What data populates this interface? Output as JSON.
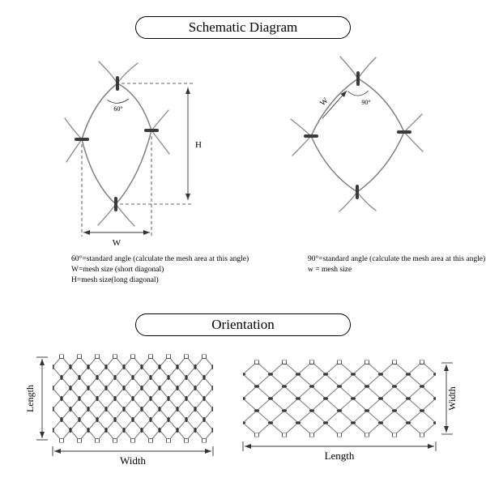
{
  "schematic": {
    "title": "Schematic Diagram",
    "left_diagram": {
      "angle_label": "60°",
      "height_label": "H",
      "width_label": "W",
      "notes": [
        "60°=standard angle (calculate the mesh area at this angle)",
        "W=mesh size (short diagonal)",
        "H=mesh size(long diagonal)"
      ]
    },
    "right_diagram": {
      "angle_label": "90°",
      "width_label": "W",
      "notes": [
        "90°=standard angle (calculate the mesh area at this angle)",
        "w = mesh size"
      ]
    }
  },
  "orientation": {
    "title": "Orientation",
    "left_panel": {
      "side_label": "Length",
      "bottom_label": "Width"
    },
    "right_panel": {
      "side_label": "Width",
      "bottom_label": "Length"
    }
  },
  "colors": {
    "wire": "#7d7d7d",
    "ferrule": "#3a3a3a",
    "dimension": "#333333"
  }
}
